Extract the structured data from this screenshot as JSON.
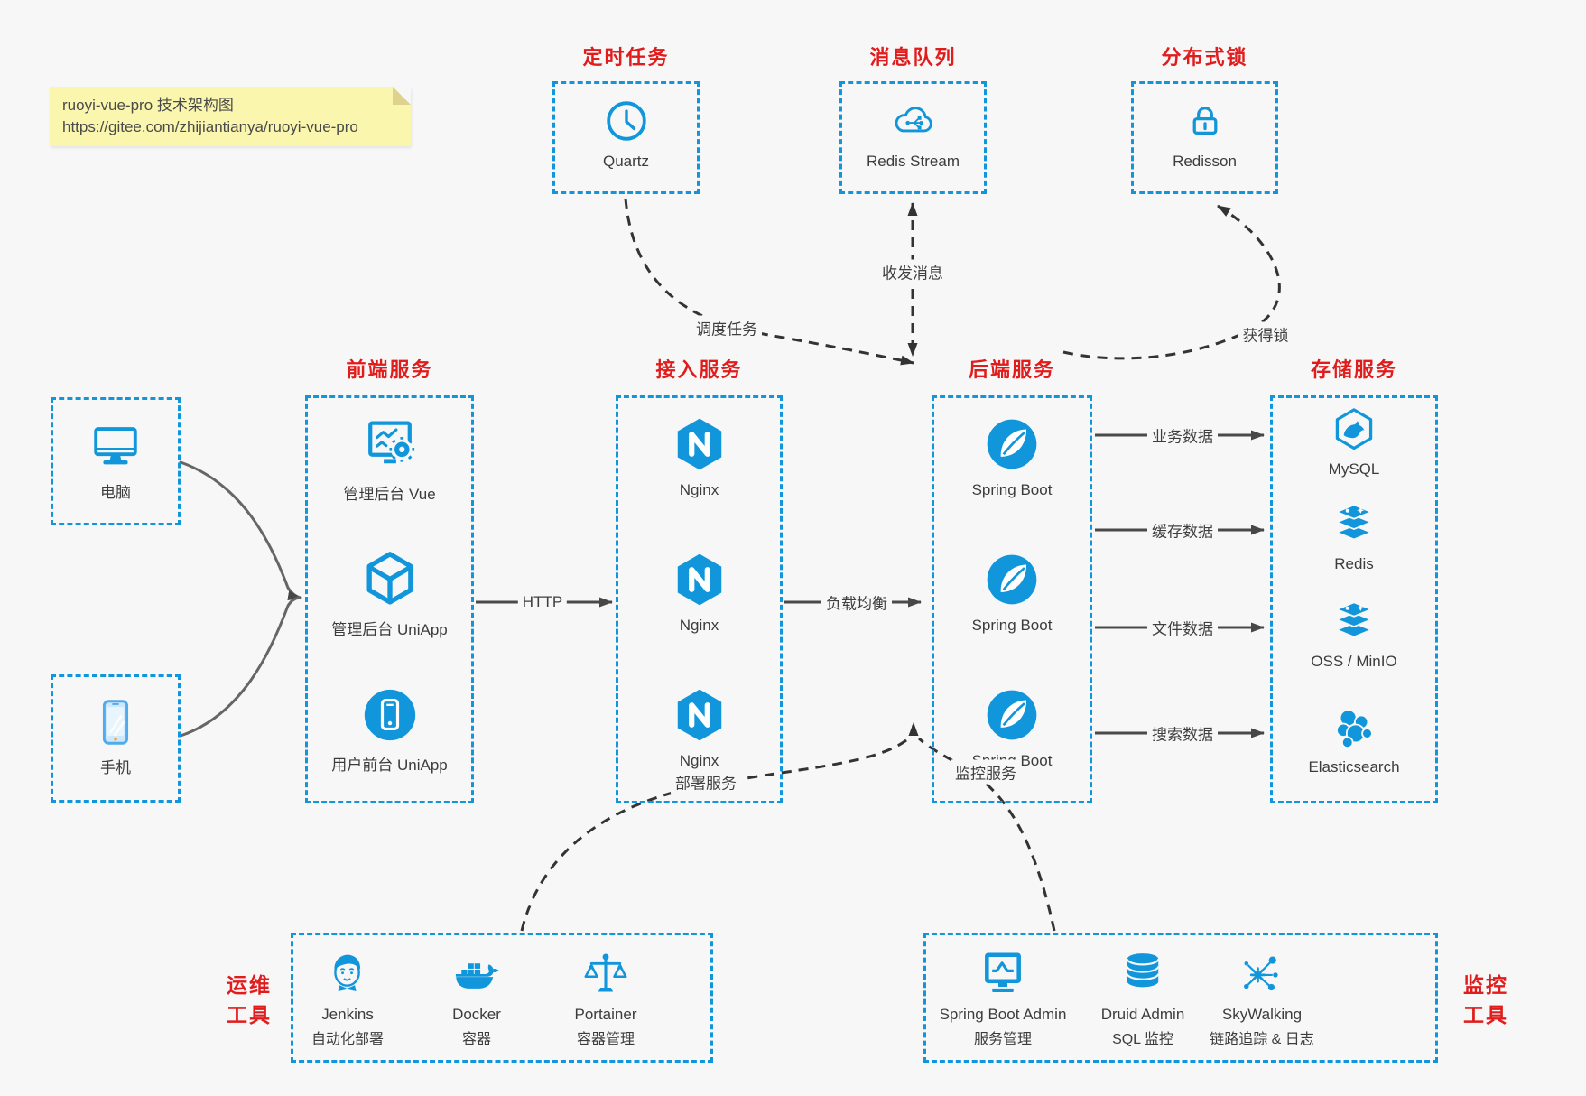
{
  "note": {
    "line1": "ruoyi-vue-pro 技术架构图",
    "line2": "https://gitee.com/zhijiantianya/ruoyi-vue-pro"
  },
  "top_services": [
    {
      "title": "定时任务",
      "label": "Quartz",
      "icon": "clock-icon"
    },
    {
      "title": "消息队列",
      "label": "Redis Stream",
      "icon": "cloud-mq-icon"
    },
    {
      "title": "分布式锁",
      "label": "Redisson",
      "icon": "lock-icon"
    }
  ],
  "clients": [
    {
      "label": "电脑",
      "icon": "desktop-icon"
    },
    {
      "label": "手机",
      "icon": "phone-icon"
    }
  ],
  "columns": {
    "frontend": {
      "title": "前端服务",
      "items": [
        {
          "label": "管理后台 Vue"
        },
        {
          "label": "管理后台 UniApp"
        },
        {
          "label": "用户前台 UniApp"
        }
      ]
    },
    "gateway": {
      "title": "接入服务",
      "items": [
        {
          "label": "Nginx"
        },
        {
          "label": "Nginx"
        },
        {
          "label": "Nginx"
        }
      ]
    },
    "backend": {
      "title": "后端服务",
      "items": [
        {
          "label": "Spring Boot"
        },
        {
          "label": "Spring Boot"
        },
        {
          "label": "Spring Boot"
        }
      ]
    },
    "storage": {
      "title": "存储服务",
      "items": [
        {
          "label": "MySQL"
        },
        {
          "label": "Redis"
        },
        {
          "label": "OSS / MinIO"
        },
        {
          "label": "Elasticsearch"
        }
      ]
    }
  },
  "groups": {
    "ops": {
      "title_line1": "运维",
      "title_line2": "工具",
      "items": [
        {
          "name": "Jenkins",
          "desc": "自动化部署"
        },
        {
          "name": "Docker",
          "desc": "容器"
        },
        {
          "name": "Portainer",
          "desc": "容器管理"
        }
      ]
    },
    "monitoring": {
      "title_line1": "监控",
      "title_line2": "工具",
      "items": [
        {
          "name": "Spring Boot Admin",
          "desc": "服务管理"
        },
        {
          "name": "Druid Admin",
          "desc": "SQL 监控"
        },
        {
          "name": "SkyWalking",
          "desc": "链路追踪 & 日志"
        }
      ]
    }
  },
  "edges": {
    "http": "HTTP",
    "load_balance": "负载均衡",
    "schedule": "调度任务",
    "message": "收发消息",
    "lock": "获得锁",
    "business": "业务数据",
    "cache": "缓存数据",
    "file": "文件数据",
    "search": "搜索数据",
    "deploy": "部署服务",
    "monitor": "监控服务"
  },
  "colors": {
    "accent": "#1296db",
    "title_red": "#e11c1c",
    "note_bg": "#fbf6ae"
  }
}
